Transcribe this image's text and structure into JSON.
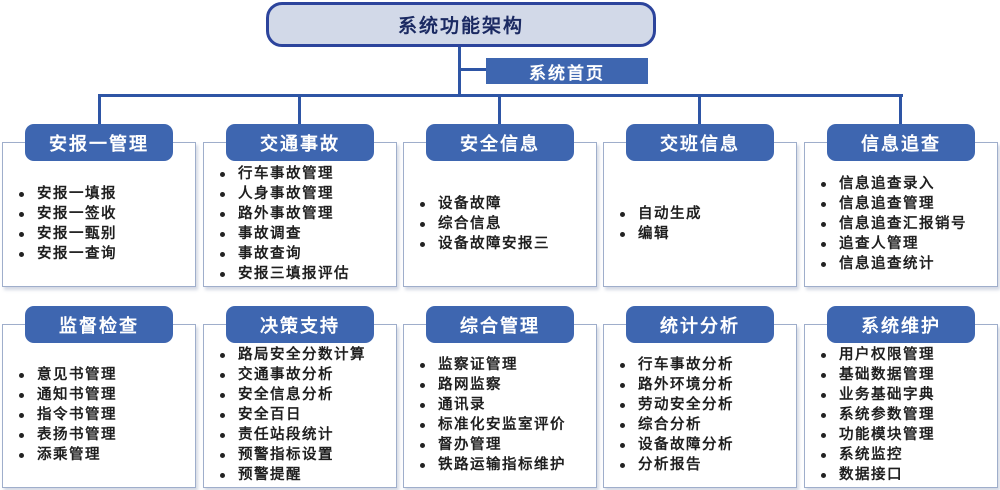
{
  "root_label": "系统功能架构",
  "home_label": "系统首页",
  "colors": {
    "accent": "#3E66B0",
    "line": "#2E55A5",
    "root_fill": "#D2D9E8",
    "root_border": "#2C449C"
  },
  "groups": [
    {
      "title": "安报一管理",
      "items": [
        "安报一填报",
        "安报一签收",
        "安报一甄别",
        "安报一查询"
      ]
    },
    {
      "title": "交通事故",
      "items": [
        "行车事故管理",
        "人身事故管理",
        "路外事故管理",
        "事故调查",
        "事故查询",
        "安报三填报评估"
      ]
    },
    {
      "title": "安全信息",
      "items": [
        "设备故障",
        "综合信息",
        "设备故障安报三"
      ]
    },
    {
      "title": "交班信息",
      "items": [
        "自动生成",
        "编辑"
      ]
    },
    {
      "title": "信息追查",
      "items": [
        "信息追查录入",
        "信息追查管理",
        "信息追查汇报销号",
        "追查人管理",
        "信息追查统计"
      ]
    },
    {
      "title": "监督检查",
      "items": [
        "意见书管理",
        "通知书管理",
        "指令书管理",
        "表扬书管理",
        "添乘管理"
      ]
    },
    {
      "title": "决策支持",
      "items": [
        "路局安全分数计算",
        "交通事故分析",
        "安全信息分析",
        "安全百日",
        "责任站段统计",
        "预警指标设置",
        "预警提醒"
      ]
    },
    {
      "title": "综合管理",
      "items": [
        "监察证管理",
        "路网监察",
        "通讯录",
        "标准化安监室评价",
        "督办管理",
        "铁路运输指标维护"
      ]
    },
    {
      "title": "统计分析",
      "items": [
        "行车事故分析",
        "路外环境分析",
        "劳动安全分析",
        "综合分析",
        "设备故障分析",
        "分析报告"
      ]
    },
    {
      "title": "系统维护",
      "items": [
        "用户权限管理",
        "基础数据管理",
        "业务基础字典",
        "系统参数管理",
        "功能模块管理",
        "系统监控",
        "数据接口"
      ]
    }
  ]
}
